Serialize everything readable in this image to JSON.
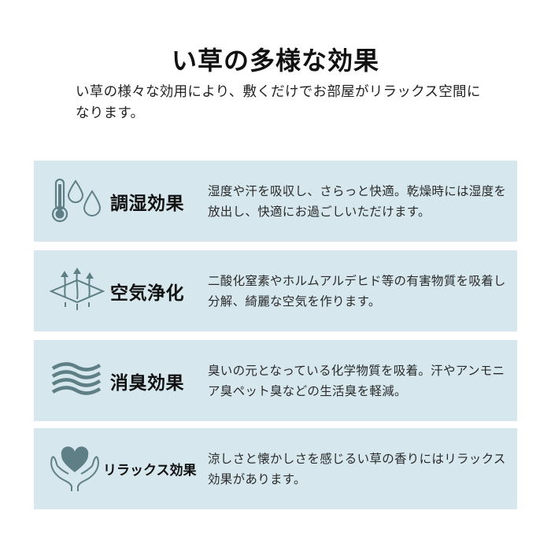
{
  "header": {
    "title": "い草の多様な効果",
    "intro": "い草の様々な効用により、敷くだけでお部屋がリラックス空間になります。"
  },
  "colors": {
    "card_background": "#d6e8ee",
    "icon_color": "#5f7f86"
  },
  "effects": [
    {
      "icon": "thermometer-droplets-icon",
      "label": "調湿効果",
      "description": "湿度や汗を吸収し、さらっと快適。乾燥時には湿度を放出し、快適にお過ごしいただけます。"
    },
    {
      "icon": "air-purification-arrows-icon",
      "label": "空気浄化",
      "description": "二酸化窒素やホルムアルデヒド等の有害物質を吸着し分解、綺麗な空気を作ります。"
    },
    {
      "icon": "waves-icon",
      "label": "消臭効果",
      "description": "臭いの元となっている化学物質を吸着。汗やアンモニア臭ペット臭などの生活臭を軽減。"
    },
    {
      "icon": "hands-heart-icon",
      "label": "リラックス効果",
      "description": "涼しさと懐かしさを感じるい草の香りにはリラックス効果があります。"
    }
  ]
}
